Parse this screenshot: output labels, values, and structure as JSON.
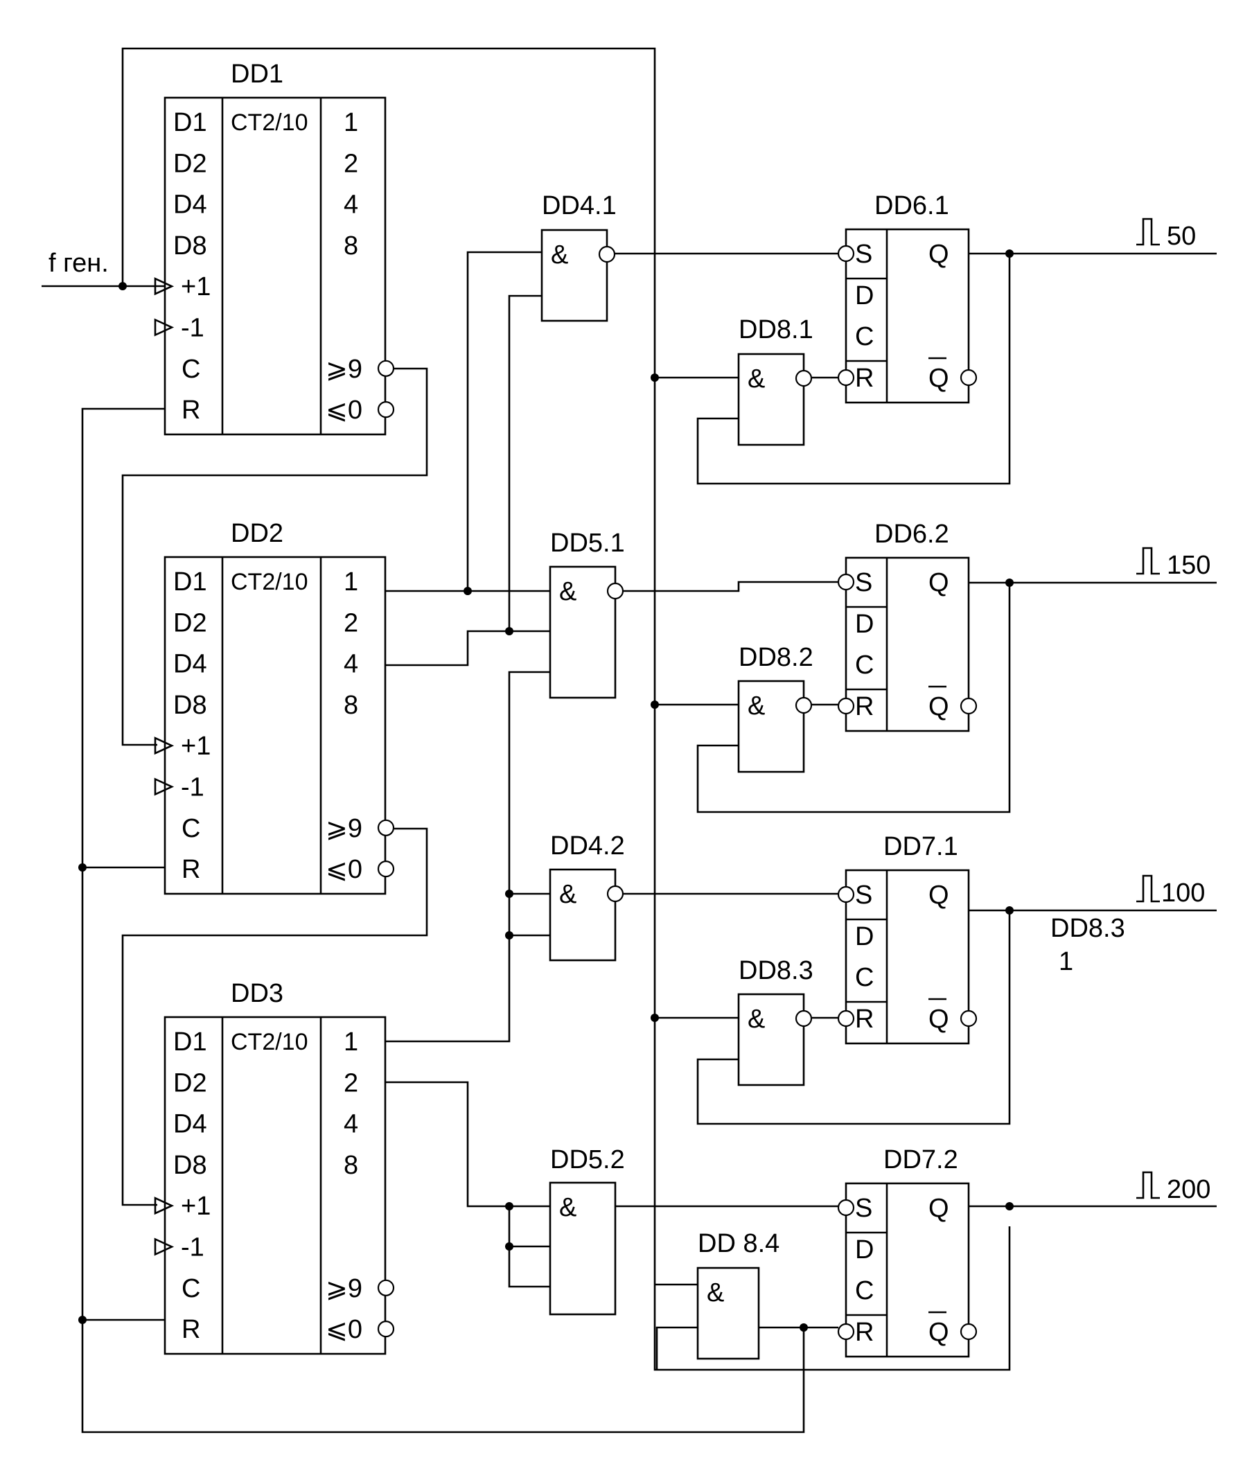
{
  "input_label": "f ген.",
  "counters": [
    {
      "name": "DD1",
      "type": "CT2/10",
      "left_pins": [
        "D1",
        "D2",
        "D4",
        "D8",
        "+1",
        "-1",
        "C",
        "R"
      ],
      "right_pins": [
        "1",
        "2",
        "4",
        "8",
        "⩾9",
        "⩽0"
      ]
    },
    {
      "name": "DD2",
      "type": "CT2/10",
      "left_pins": [
        "D1",
        "D2",
        "D4",
        "D8",
        "+1",
        "-1",
        "C",
        "R"
      ],
      "right_pins": [
        "1",
        "2",
        "4",
        "8",
        "⩾9",
        "⩽0"
      ]
    },
    {
      "name": "DD3",
      "type": "CT2/10",
      "left_pins": [
        "D1",
        "D2",
        "D4",
        "D8",
        "+1",
        "-1",
        "C",
        "R"
      ],
      "right_pins": [
        "1",
        "2",
        "4",
        "8",
        "⩾9",
        "⩽0"
      ]
    }
  ],
  "gates": [
    {
      "name": "DD4.1",
      "symbol": "&"
    },
    {
      "name": "DD5.1",
      "symbol": "&"
    },
    {
      "name": "DD4.2",
      "symbol": "&"
    },
    {
      "name": "DD5.2",
      "symbol": "&"
    },
    {
      "name": "DD8.1",
      "symbol": "&"
    },
    {
      "name": "DD8.2",
      "symbol": "&"
    },
    {
      "name": "DD8.3",
      "symbol": "&"
    },
    {
      "name": "DD 8.4",
      "symbol": "&"
    }
  ],
  "flipflops": [
    {
      "name": "DD6.1",
      "pins": [
        "S",
        "D",
        "C",
        "R"
      ],
      "outputs": [
        "Q",
        "Q"
      ]
    },
    {
      "name": "DD6.2",
      "pins": [
        "S",
        "D",
        "C",
        "R"
      ],
      "outputs": [
        "Q",
        "Q"
      ]
    },
    {
      "name": "DD7.1",
      "pins": [
        "S",
        "D",
        "C",
        "R"
      ],
      "outputs": [
        "Q",
        "Q"
      ]
    },
    {
      "name": "DD7.2",
      "pins": [
        "S",
        "D",
        "C",
        "R"
      ],
      "outputs": [
        "Q",
        "Q"
      ]
    }
  ],
  "outputs": [
    "50",
    "150",
    "100",
    "200"
  ],
  "annotation": {
    "line1": "DD8.3",
    "line2": "1"
  }
}
